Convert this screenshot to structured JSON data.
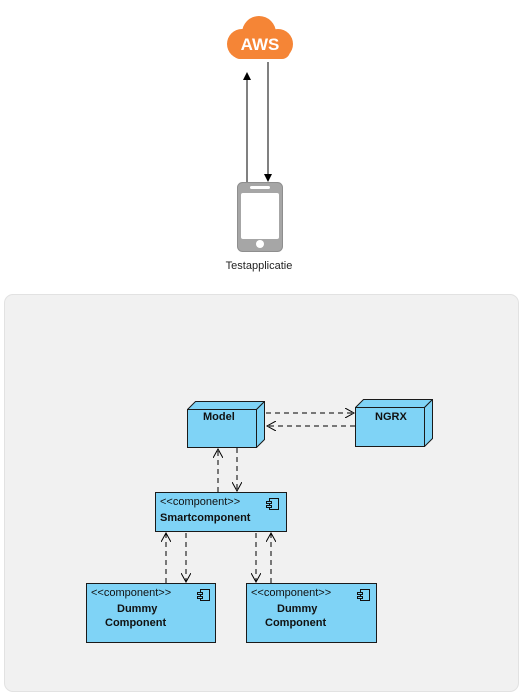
{
  "aws": {
    "logo_text": "AWS",
    "color": "#f58536"
  },
  "device": {
    "label": "Testapplicatie"
  },
  "nodes": {
    "model": {
      "label": "Model"
    },
    "ngrx": {
      "label": "NGRX"
    }
  },
  "components": {
    "smart": {
      "stereotype": "<<component>>",
      "name": "Smartcomponent"
    },
    "dummy_left": {
      "stereotype": "<<component>>",
      "name_line1": "Dummy",
      "name_line2": "Component"
    },
    "dummy_right": {
      "stereotype": "<<component>>",
      "name_line1": "Dummy",
      "name_line2": "Component"
    }
  },
  "colors": {
    "box_fill": "#7fd3f6",
    "panel_bg": "#f1f1f1"
  }
}
